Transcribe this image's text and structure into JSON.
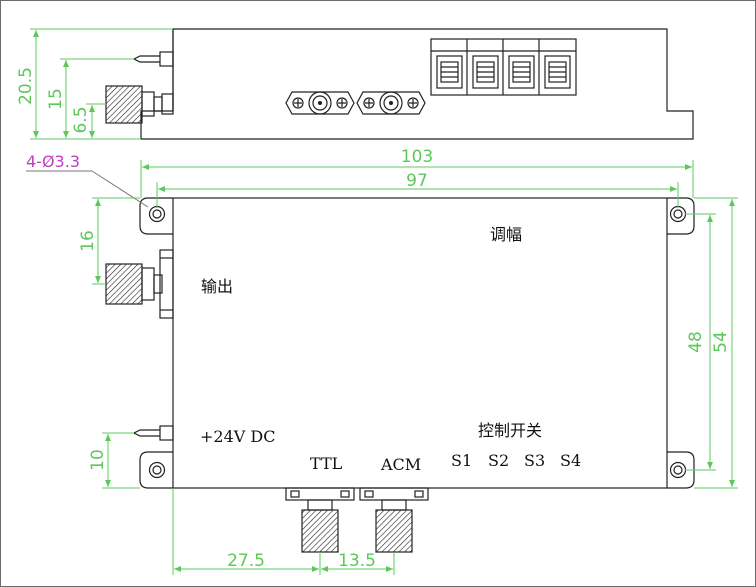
{
  "labels": {
    "output": "输出",
    "amplitude": "调幅",
    "power": "+24V DC",
    "ttl": "TTL",
    "acm": "ACM",
    "switches": "控制开关",
    "s1": "S1",
    "s2": "S2",
    "s3": "S3",
    "s4": "S4"
  },
  "dimensions": {
    "side_height_total": "20.5",
    "side_height_mid": "15",
    "side_height_low": "6.5",
    "hole_spec": "4-Ø3.3",
    "overall_width": "103",
    "hole_pitch_width": "97",
    "output_offset": "16",
    "power_offset": "10",
    "hole_pitch_height": "48",
    "overall_height": "54",
    "ttl_offset": "27.5",
    "ttl_acm_spacing": "13.5"
  },
  "colors": {
    "dimension": "#5cc85c",
    "hole_label": "#c040c0",
    "outline": "#222222"
  }
}
